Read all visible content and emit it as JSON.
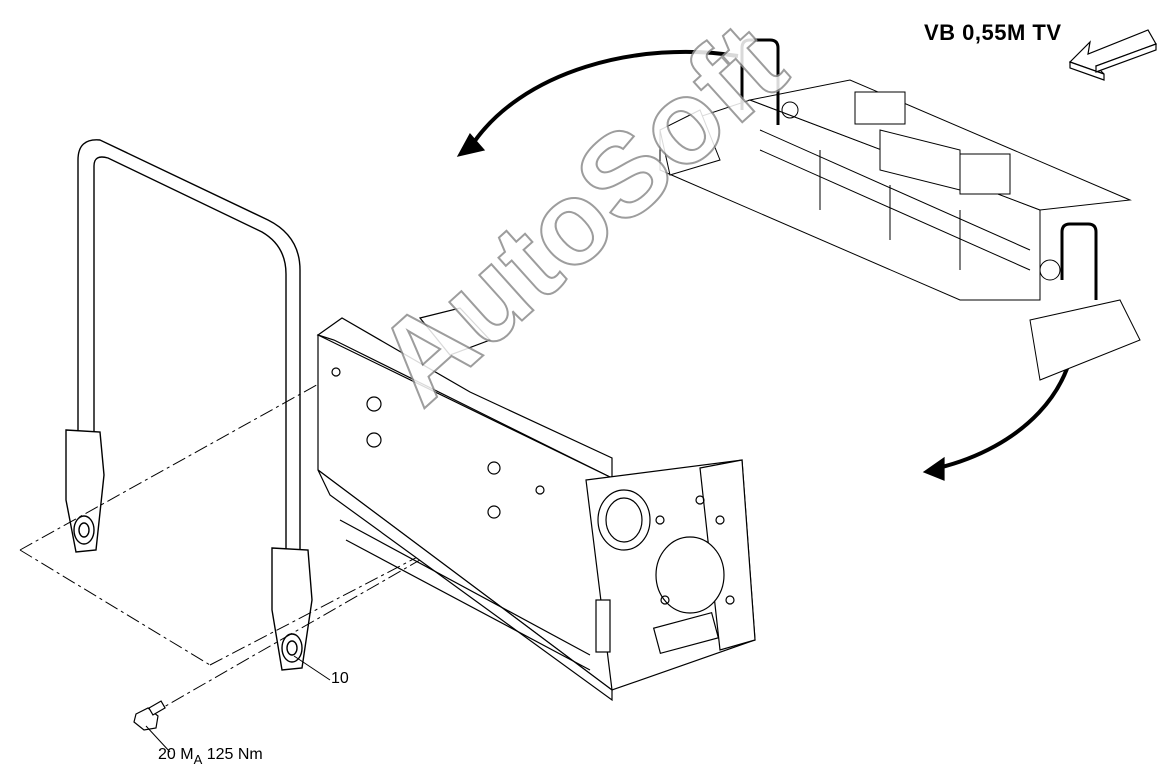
{
  "header": {
    "model_label": "VB 0,55M TV"
  },
  "callouts": {
    "part_10": "10",
    "part_20_number": "20",
    "part_20_torque_symbol": "M",
    "part_20_torque_subscript": "A",
    "part_20_torque_value": "125 Nm"
  },
  "watermark": {
    "text": "AutoSoft"
  },
  "colors": {
    "line": "#000000",
    "watermark_outline": "#8c8c8c",
    "background": "#ffffff"
  }
}
